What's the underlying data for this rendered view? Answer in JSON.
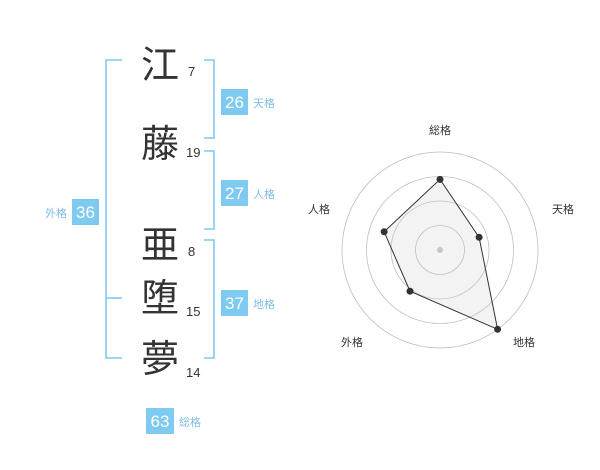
{
  "surname": [
    {
      "char": "江",
      "strokes": "7"
    },
    {
      "char": "藤",
      "strokes": "19"
    }
  ],
  "given_name": [
    {
      "char": "亜",
      "strokes": "8"
    },
    {
      "char": "堕",
      "strokes": "15"
    },
    {
      "char": "夢",
      "strokes": "14"
    }
  ],
  "fortunes": {
    "tenkaku": {
      "label": "天格",
      "value": "26"
    },
    "jinkaku": {
      "label": "人格",
      "value": "27"
    },
    "chikaku": {
      "label": "地格",
      "value": "37"
    },
    "gaikaku": {
      "label": "外格",
      "value": "36"
    },
    "soukaku": {
      "label": "総格",
      "value": "63"
    }
  },
  "colors": {
    "accent": "#7fcaf0",
    "label": "#7fbfe8",
    "text": "#333333"
  },
  "chart_data": {
    "type": "radar",
    "axes": [
      "総格",
      "天格",
      "地格",
      "外格",
      "人格"
    ],
    "values": [
      0.72,
      0.42,
      1.0,
      0.52,
      0.6
    ],
    "range": [
      0,
      1
    ],
    "rings": 4,
    "grid": true
  }
}
